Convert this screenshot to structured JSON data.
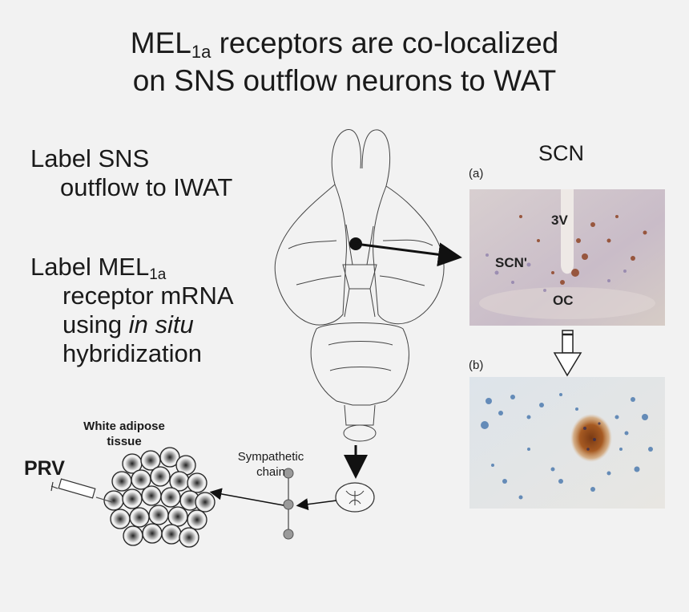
{
  "title": {
    "line1_pre": "MEL",
    "line1_sub": "1a",
    "line1_post": " receptors are co-localized",
    "line2": "on SNS outflow neurons to WAT"
  },
  "steps": {
    "step1_line1": "Label SNS",
    "step1_line2": "outflow to IWAT",
    "step2_line1_pre": "Label MEL",
    "step2_line1_sub": "1a",
    "step2_line2": "receptor mRNA",
    "step2_line3_pre": "using ",
    "step2_line3_italic": "in situ",
    "step2_line4": "hybridization"
  },
  "micrographs": {
    "heading": "SCN",
    "panel_a": "(a)",
    "panel_b": "(b)",
    "label_3v": "3V",
    "label_scn": "SCN'",
    "label_oc": "OC"
  },
  "periphery": {
    "prv": "PRV",
    "wat_line1": "White adipose",
    "wat_line2": "tissue",
    "chain_line1": "Sympathetic",
    "chain_line2": "chain"
  }
}
